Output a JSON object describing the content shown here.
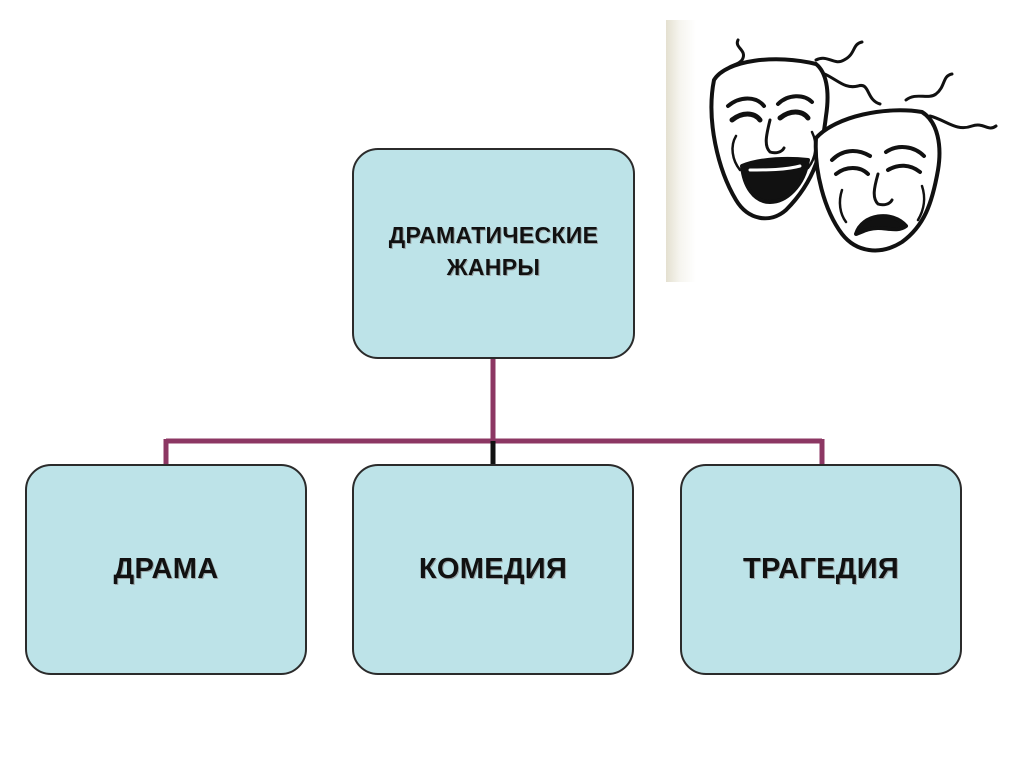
{
  "diagram": {
    "root": {
      "lines": [
        "ДРАМАТИЧЕСКИЕ",
        "ЖАНРЫ"
      ]
    },
    "children": [
      {
        "label": "ДРАМА"
      },
      {
        "label": "КОМЕДИЯ"
      },
      {
        "label": "ТРАГЕДИЯ"
      }
    ],
    "colors": {
      "box_fill": "#bde3e8",
      "box_border": "#2b2b2b",
      "connector": "#8c3763",
      "text": "#111111"
    }
  },
  "illustration": {
    "icon": "theatre-masks-icon"
  }
}
